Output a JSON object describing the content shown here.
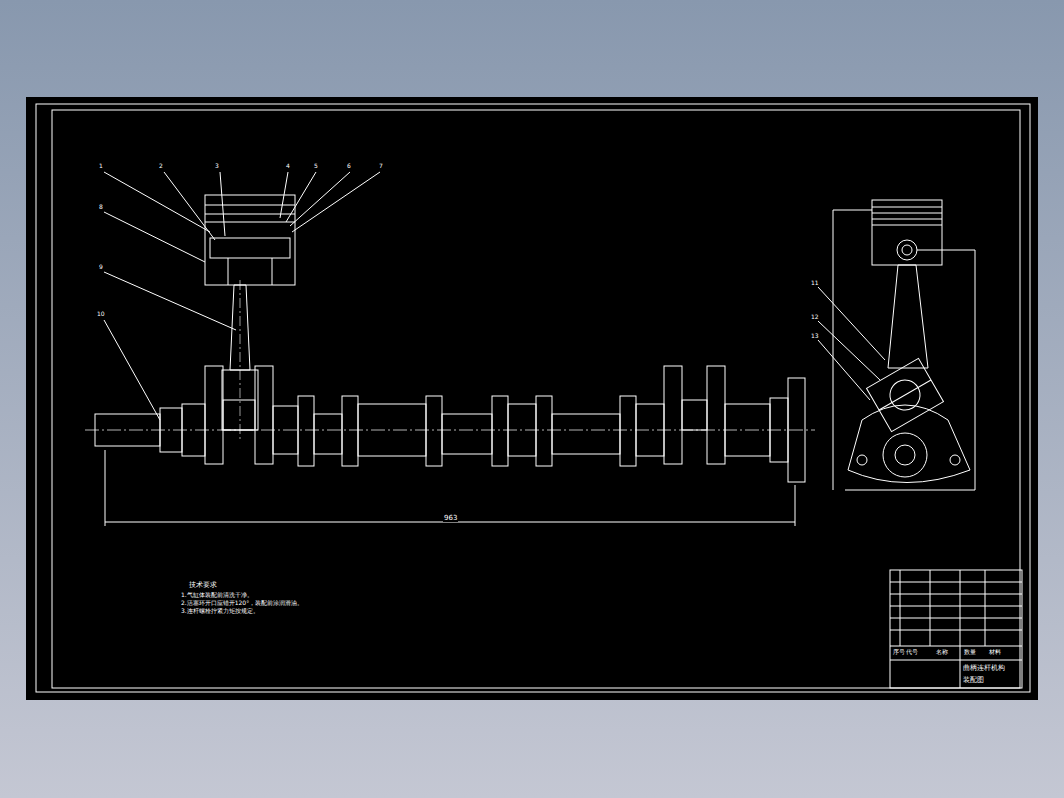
{
  "diagram": {
    "labels": [
      "1",
      "2",
      "3",
      "4",
      "5",
      "6",
      "7",
      "8",
      "9",
      "10",
      "11",
      "12",
      "13",
      "963",
      "技术要求",
      "1.气缸体装配前清洗干净。",
      "2.活塞环开口应错开120°，装配前涂润滑油。",
      "3.连杆螺栓拧紧力矩按规定。",
      "序号",
      "代号",
      "名称",
      "数量",
      "材料",
      "曲柄连杆机构",
      "装配图"
    ]
  }
}
